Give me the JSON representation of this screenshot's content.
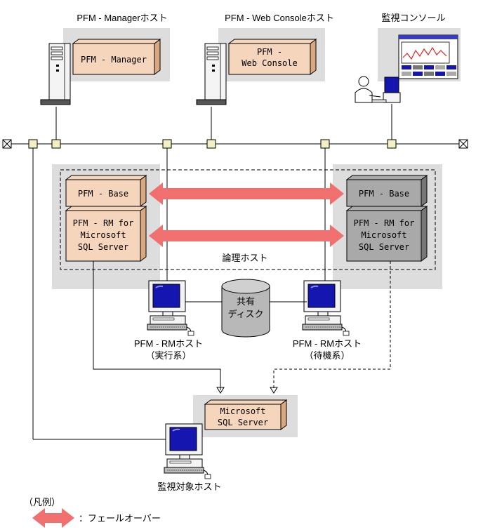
{
  "titles": {
    "manager_host": "PFM - Managerホスト",
    "web_console_host": "PFM - Web Consoleホスト",
    "monitor_console": "監視コンソール"
  },
  "boxes": {
    "manager": "PFM - Manager",
    "web_console_l1": "PFM -",
    "web_console_l2": "Web Console",
    "base_active": "PFM - Base",
    "rm_active_l1": "PFM - RM for",
    "rm_active_l2": "Microsoft",
    "rm_active_l3": "SQL Server",
    "base_standby": "PFM - Base",
    "rm_standby_l1": "PFM - RM for",
    "rm_standby_l2": "Microsoft",
    "rm_standby_l3": "SQL Server",
    "mssql_l1": "Microsoft",
    "mssql_l2": "SQL Server"
  },
  "labels": {
    "logical_host": "論理ホスト",
    "shared_disk_l1": "共有",
    "shared_disk_l2": "ディスク",
    "rm_host_active_l1": "PFM - RMホスト",
    "rm_host_active_l2": "（実行系）",
    "rm_host_standby_l1": "PFM - RMホスト",
    "rm_host_standby_l2": "（待機系）",
    "monitored_host": "監視対象ホスト"
  },
  "legend": {
    "title": "（凡例）",
    "failover": "：フェールオーバー"
  },
  "colors": {
    "box_fill": "#f5d5bb",
    "box_side": "#d9a880",
    "gray_fill": "#a9a9a9",
    "gray_side": "#777777",
    "panel": "#dddddd",
    "node": "#f1f1c3",
    "arrow": "#f07070",
    "monitor_blue": "#1515b0"
  }
}
